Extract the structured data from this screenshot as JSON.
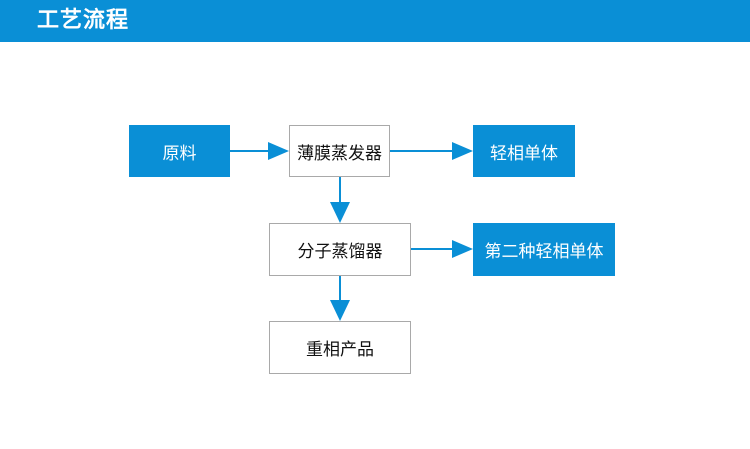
{
  "header": {
    "title": "工艺流程"
  },
  "colors": {
    "accent": "#0a8fd6",
    "box_border": "#a9a9a9"
  },
  "nodes": {
    "raw_material": "原料",
    "thin_film_evaporator": "薄膜蒸发器",
    "light_monomer": "轻相单体",
    "molecular_distiller": "分子蒸馏器",
    "second_light_monomer": "第二种轻相单体",
    "heavy_product": "重相产品"
  }
}
